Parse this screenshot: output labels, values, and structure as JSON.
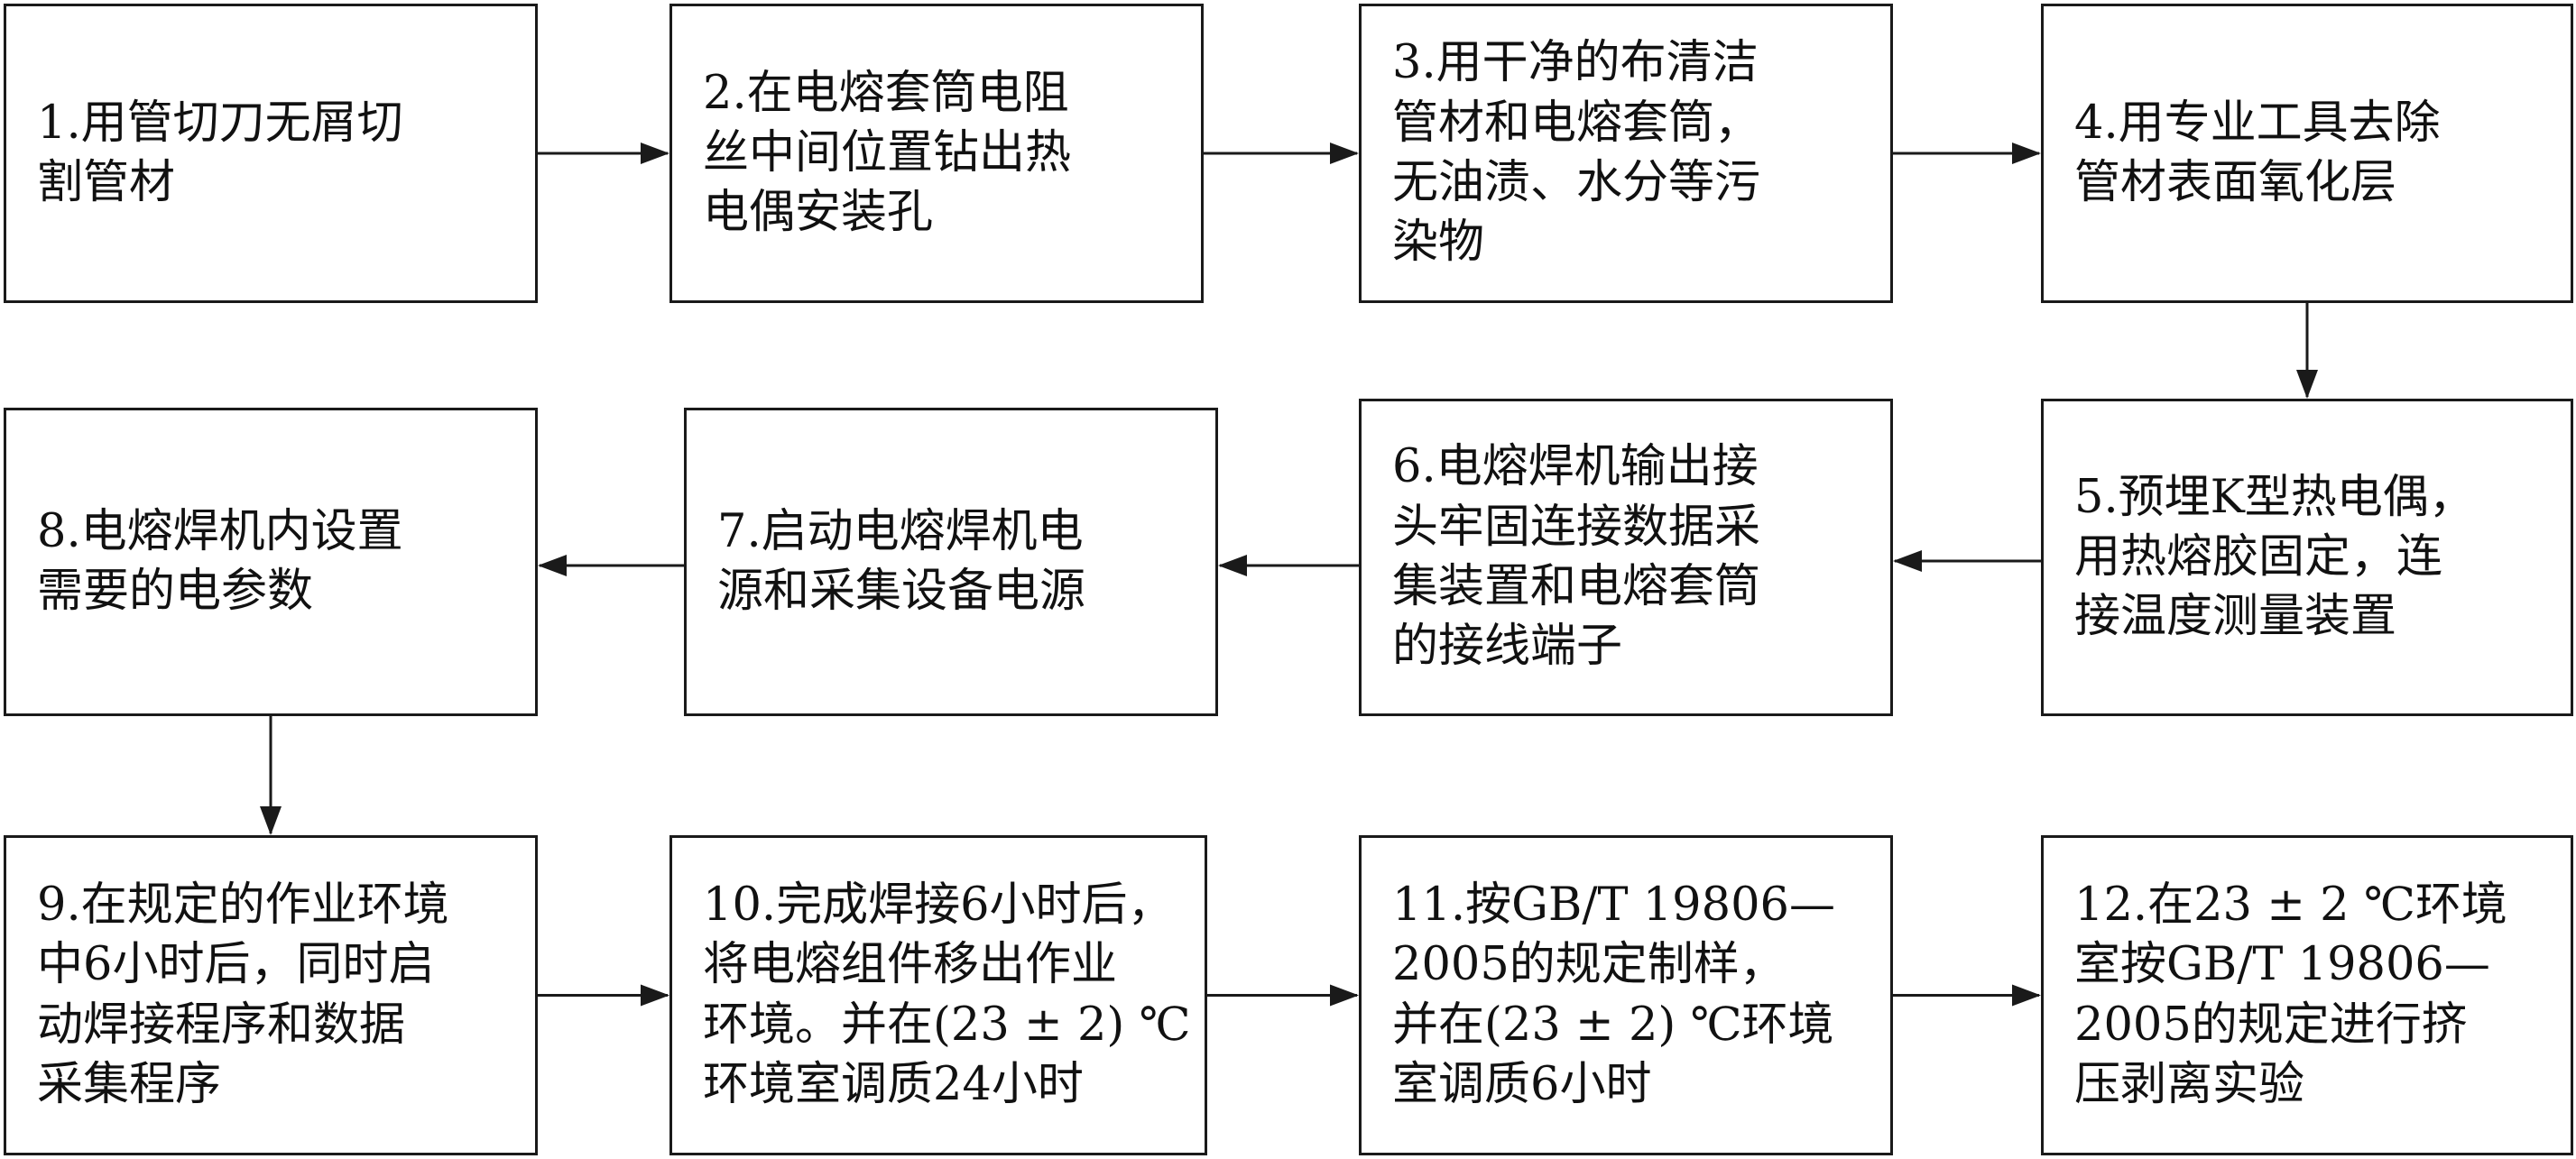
{
  "diagram": {
    "steps": [
      {
        "id": "s1",
        "text": "1.用管切刀无屑切\n割管材"
      },
      {
        "id": "s2",
        "text": "2.在电熔套筒电阻\n丝中间位置钻出热\n电偶安装孔"
      },
      {
        "id": "s3",
        "text": "3.用干净的布清洁\n管材和电熔套筒，\n无油渍、水分等污\n染物"
      },
      {
        "id": "s4",
        "text": "4.用专业工具去除\n管材表面氧化层"
      },
      {
        "id": "s5",
        "text": "5.预埋K型热电偶，\n用热熔胶固定，连\n接温度测量装置"
      },
      {
        "id": "s6",
        "text": "6.电熔焊机输出接\n头牢固连接数据采\n集装置和电熔套筒\n的接线端子"
      },
      {
        "id": "s7",
        "text": "7.启动电熔焊机电\n源和采集设备电源"
      },
      {
        "id": "s8",
        "text": "8.电熔焊机内设置\n需要的电参数"
      },
      {
        "id": "s9",
        "text": "9.在规定的作业环境\n中6小时后，同时启\n动焊接程序和数据\n采集程序"
      },
      {
        "id": "s10",
        "text": "10.完成焊接6小时后，\n将电熔组件移出作业\n环境。并在(23 ± 2) ℃\n环境室调质24小时"
      },
      {
        "id": "s11",
        "text": "11.按GB/T 19806—\n2005的规定制样，\n并在(23 ± 2) ℃环境\n室调质6小时"
      },
      {
        "id": "s12",
        "text": "12.在23 ± 2 ℃环境\n室按GB/T 19806—\n2005的规定进行挤\n压剥离实验"
      }
    ],
    "flow": [
      [
        "s1",
        "s2"
      ],
      [
        "s2",
        "s3"
      ],
      [
        "s3",
        "s4"
      ],
      [
        "s4",
        "s5"
      ],
      [
        "s5",
        "s6"
      ],
      [
        "s6",
        "s7"
      ],
      [
        "s7",
        "s8"
      ],
      [
        "s8",
        "s9"
      ],
      [
        "s9",
        "s10"
      ],
      [
        "s10",
        "s11"
      ],
      [
        "s11",
        "s12"
      ]
    ],
    "colors": {
      "stroke": "#1a1a1a",
      "background": "#ffffff",
      "text": "#111111"
    }
  }
}
